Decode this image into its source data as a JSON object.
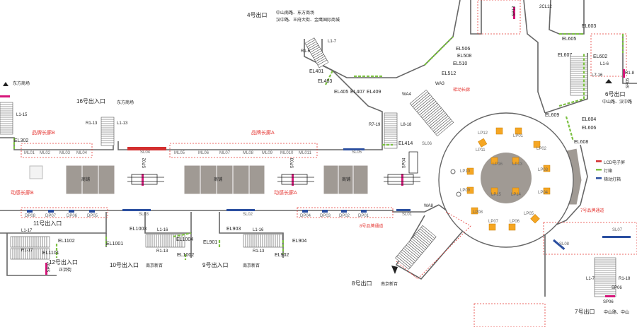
{
  "exits": {
    "e4_name": "4号出口",
    "e4_desc1": "中山南路、东方商场",
    "e4_desc2": "汉中路、王府大街、金鹰国际商城",
    "e16_name": "16号出入口",
    "e16_desc": "东方商场",
    "e16_left_desc": "东方商场",
    "e6_name": "6号出口",
    "e6_desc": "中山路、汉中路",
    "e11_name": "11号出入口",
    "e12_name": "12号出入口",
    "e12_desc": "正洪街",
    "e10_name": "10号出入口",
    "e10_desc": "南京新百",
    "e9_name": "9号出入口",
    "e9_desc": "南京新百",
    "e8_name": "8号出口",
    "e8_desc": "南京新百",
    "e7_name": "7号出口",
    "e7_desc": "中山路、中山"
  },
  "corridors": {
    "brand_b": "品牌长廊B",
    "brand_a": "品牌长廊A",
    "motion_b": "动感长廊B",
    "motion_a": "动感长廊A",
    "ch8": "8号品牌通道",
    "ch7": "7号品牌通道",
    "motion_wall": "梯动长廊"
  },
  "codes": {
    "ml": [
      "ML01",
      "ML02",
      "ML03",
      "ML04",
      "ML05",
      "ML06",
      "ML07",
      "ML08",
      "ML09",
      "ML010",
      "ML011"
    ],
    "dp_left": [
      "DP08",
      "DP07",
      "DP06",
      "DP05"
    ],
    "dp_right": [
      "DP04",
      "DP03",
      "DP02",
      "DP01"
    ],
    "sl": [
      "SL04",
      "SL05",
      "SL06",
      "SL03",
      "SL02",
      "SL01",
      "SL07",
      "SL08"
    ],
    "sp": [
      "SP02",
      "SP03",
      "SP04",
      "SP06",
      "SP06",
      "SP07",
      "SP13",
      "SP05"
    ],
    "lp": [
      "LP12",
      "LP01",
      "LP11",
      "LP02",
      "LP16",
      "LP13",
      "LP10",
      "LP03",
      "LP09",
      "LP15",
      "LP14",
      "LP04",
      "LP08",
      "LP05",
      "LP07",
      "LP06"
    ],
    "el": [
      "EL302",
      "EL401",
      "EL403",
      "EL405",
      "EL407",
      "EL409",
      "EL414",
      "EL506",
      "EL508",
      "EL510",
      "EL512",
      "EL603",
      "EL605",
      "EL607",
      "EL609",
      "EL604",
      "EL606",
      "EL608",
      "EL1003",
      "EL1001",
      "EL1004",
      "EL1002",
      "EL903",
      "EL901",
      "EL904",
      "EL902",
      "EL1102",
      "EL1101",
      "EL602"
    ],
    "rl": [
      "R1-6",
      "L1-7",
      "R1-13",
      "L1-13",
      "R7-19",
      "L8-18",
      "WA4",
      "WA3",
      "WA8",
      "L1-15",
      "L1-17",
      "R1-17",
      "L1-16",
      "R1-13",
      "L1-16",
      "R1-13",
      "L1-6",
      "L7-16",
      "R1-8",
      "L1-7",
      "R1-18",
      "2CL12"
    ]
  },
  "legend": {
    "lcd": "LCD电子屏",
    "light": "灯箱",
    "wall": "梯动灯箱"
  },
  "shop_text": "商铺",
  "colors": {
    "wall": "#666666",
    "accent_red": "#e53935",
    "blue": "#2b4fa0",
    "green": "#7cc142",
    "magenta": "#d6157a",
    "orange": "#f5a623",
    "floor_gray": "#a09a94"
  }
}
